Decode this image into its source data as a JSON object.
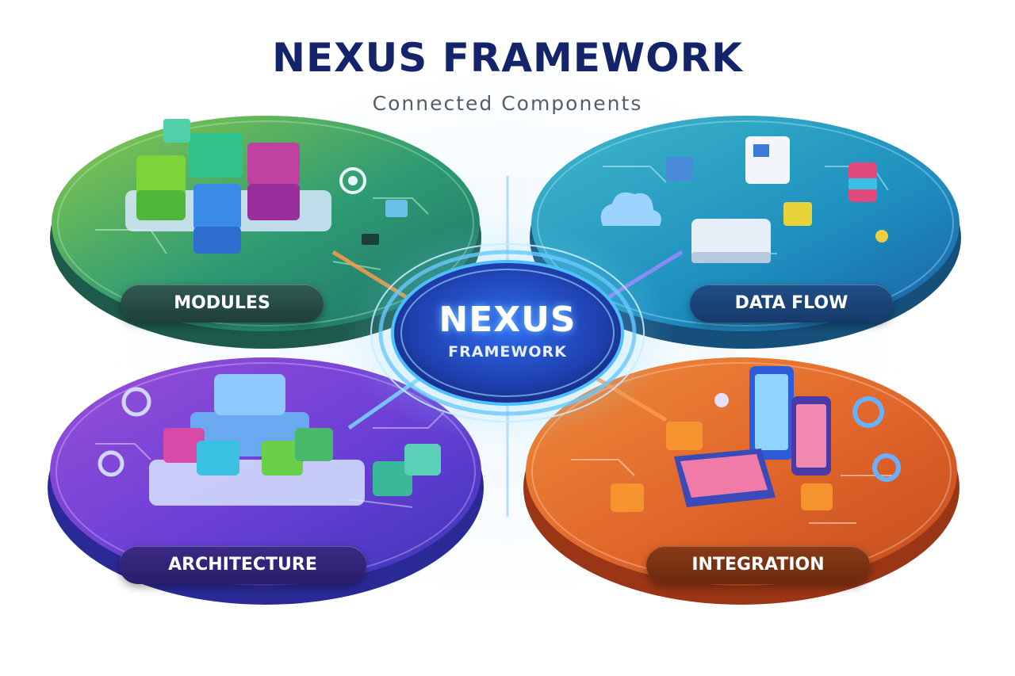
{
  "header": {
    "title": "NEXUS FRAMEWORK",
    "subtitle": "Connected Components"
  },
  "hub": {
    "title": "NEXUS",
    "subtitle": "FRAMEWORK",
    "color": "#2a56d8"
  },
  "quadrants": [
    {
      "label": "MODULES",
      "color": "#2e9a74",
      "icon": "stacked-module-cubes-icon"
    },
    {
      "label": "DATA FLOW",
      "color": "#1e8fbf",
      "icon": "server-cloud-database-icon"
    },
    {
      "label": "ARCHITECTURE",
      "color": "#6b3fd6",
      "icon": "layered-blocks-icon"
    },
    {
      "label": "INTEGRATION",
      "color": "#e0652a",
      "icon": "devices-gears-icon"
    }
  ]
}
